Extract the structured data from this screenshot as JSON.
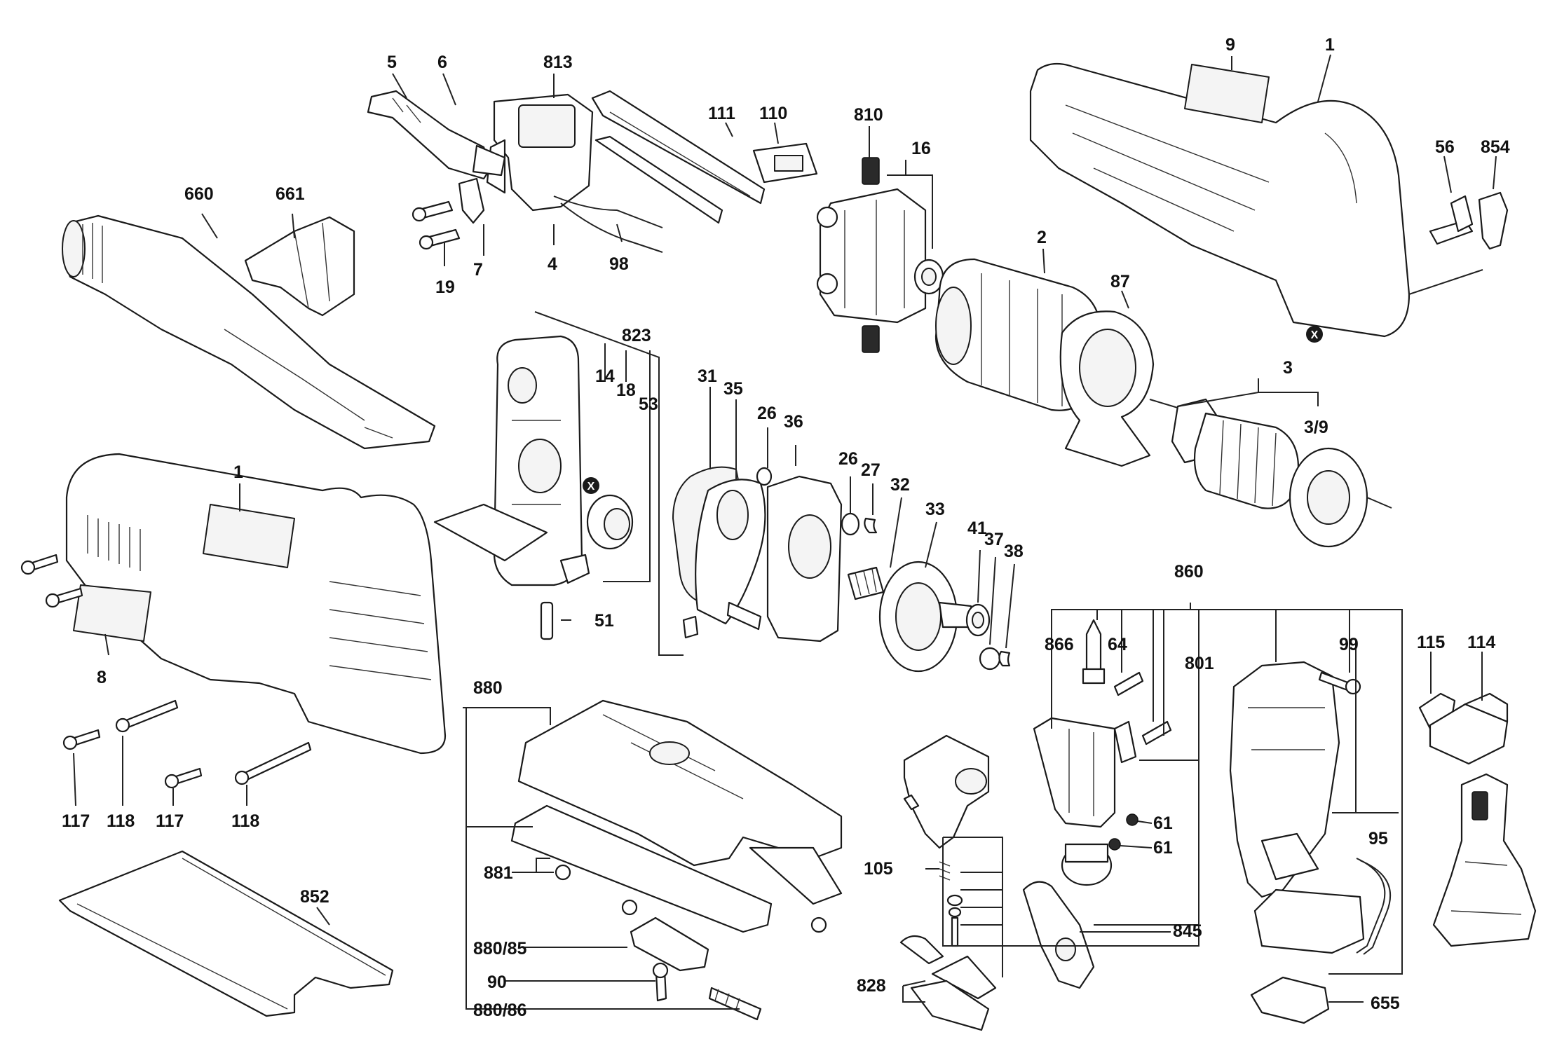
{
  "diagram": {
    "markers": [
      {
        "id": "marker-x-1",
        "text": "X"
      },
      {
        "id": "marker-x-2",
        "text": "X"
      }
    ],
    "labels": {
      "l_5": "5",
      "l_6": "6",
      "l_813": "813",
      "l_111": "111",
      "l_110": "110",
      "l_810": "810",
      "l_16": "16",
      "l_9": "9",
      "l_1_top": "1",
      "l_56": "56",
      "l_854": "854",
      "l_660": "660",
      "l_661": "661",
      "l_19": "19",
      "l_7": "7",
      "l_4": "4",
      "l_98": "98",
      "l_2": "2",
      "l_87": "87",
      "l_823": "823",
      "l_14": "14",
      "l_18": "18",
      "l_53": "53",
      "l_31": "31",
      "l_35": "35",
      "l_26a": "26",
      "l_36": "36",
      "l_26b": "26",
      "l_27": "27",
      "l_32": "32",
      "l_33": "33",
      "l_41": "41",
      "l_37": "37",
      "l_38": "38",
      "l_3": "3",
      "l_3_9": "3/9",
      "l_1_mid": "1",
      "l_8": "8",
      "l_117a": "117",
      "l_118a": "118",
      "l_117b": "117",
      "l_118b": "118",
      "l_51": "51",
      "l_880": "880",
      "l_881": "881",
      "l_880_85": "880/85",
      "l_90": "90",
      "l_880_86": "880/86",
      "l_852": "852",
      "l_860": "860",
      "l_866": "866",
      "l_64": "64",
      "l_801": "801",
      "l_99": "99",
      "l_115": "115",
      "l_114": "114",
      "l_61a": "61",
      "l_61b": "61",
      "l_105": "105",
      "l_845": "845",
      "l_828": "828",
      "l_95": "95",
      "l_655": "655"
    }
  }
}
